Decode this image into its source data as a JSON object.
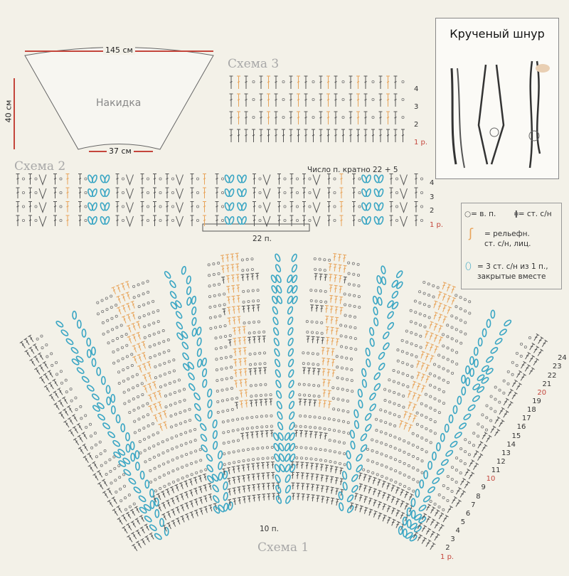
{
  "shape": {
    "name": "Накидка",
    "width_top": "145 см",
    "height": "40 см",
    "width_bottom": "37 см"
  },
  "schema3": {
    "title": "Схема 3",
    "rows": [
      "4",
      "3",
      "2",
      "1 р."
    ]
  },
  "schema2": {
    "title": "Схема 2",
    "multiple": "Число п. кратно 22 + 5",
    "repeat": "22 п.",
    "rows": [
      "4",
      "3",
      "2",
      "1 р."
    ]
  },
  "schema1": {
    "title": "Схема 1",
    "inner_label": "10 п.",
    "rows": [
      "1 р.",
      "2",
      "3",
      "4",
      "5",
      "6",
      "7",
      "8",
      "9",
      "10",
      "11",
      "12",
      "13",
      "14",
      "15",
      "16",
      "17",
      "18",
      "19",
      "20",
      "21",
      "22",
      "23",
      "24"
    ]
  },
  "photo": {
    "title": "Крученый шнур"
  },
  "legend": {
    "chain": "= в. п.",
    "dc": "= ст. с/н",
    "relief_1": "= рельефн.",
    "relief_2": "ст. с/н, лиц.",
    "cluster_1": "= 3 ст. с/н из 1 п.,",
    "cluster_2": "закрытые вместе"
  },
  "colors": {
    "blue": "#3aa6c4",
    "orange": "#e8a45a",
    "red": "#c4463c",
    "ink": "#555555"
  }
}
